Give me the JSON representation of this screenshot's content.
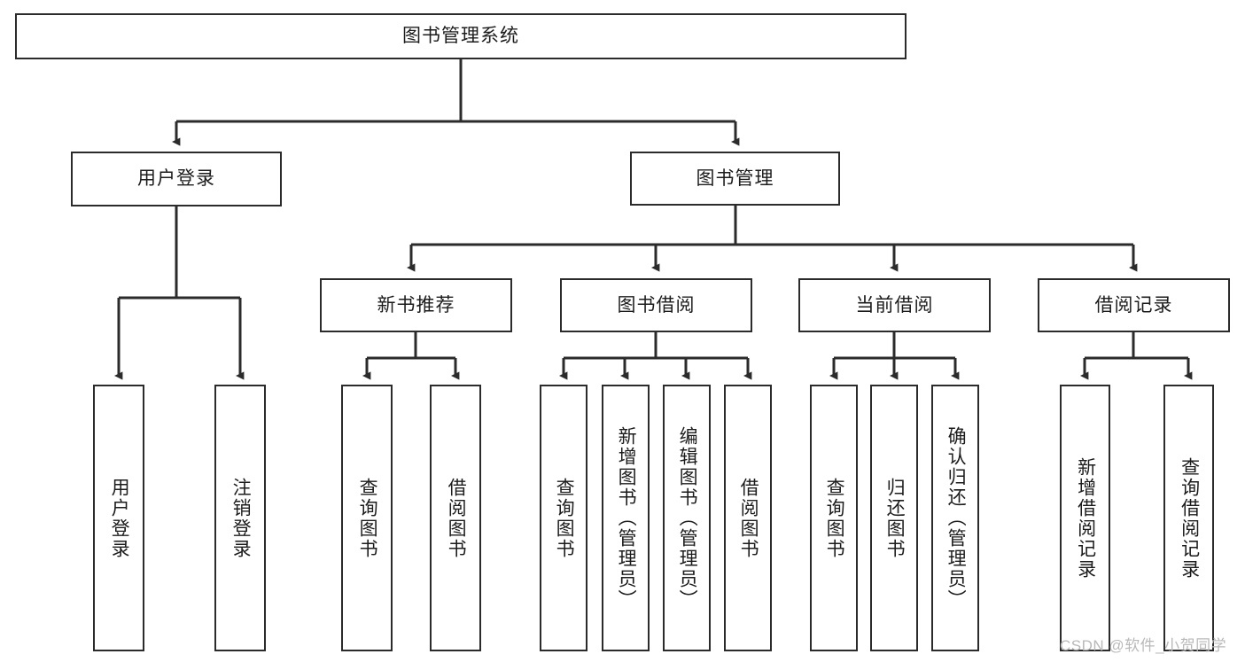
{
  "diagram": {
    "title": "图书管理系统",
    "watermark": "CSDN @软件_小贺同学",
    "line_color": "#2b2b2b",
    "box_fill": "#ffffff",
    "text_color": "#1c1c1c",
    "watermark_color": "#b9b9b9"
  },
  "nodes": {
    "root": {
      "label": "图书管理系统",
      "level": 1,
      "orientation": "horizontal"
    },
    "level2": [
      {
        "id": "user-login",
        "label": "用户登录"
      },
      {
        "id": "book-manage",
        "label": "图书管理"
      }
    ],
    "level3": [
      {
        "id": "new-book-recommend",
        "label": "新书推荐"
      },
      {
        "id": "book-borrow",
        "label": "图书借阅"
      },
      {
        "id": "current-borrow",
        "label": "当前借阅"
      },
      {
        "id": "borrow-record",
        "label": "借阅记录"
      }
    ],
    "leaves": {
      "user_login": [
        {
          "id": "leaf-user-login",
          "label": "用户登录"
        },
        {
          "id": "leaf-logout-login",
          "label": "注销登录"
        }
      ],
      "new_book_recommend": [
        {
          "id": "leaf-query-book-1",
          "label": "查询图书"
        },
        {
          "id": "leaf-borrow-book-1",
          "label": "借阅图书"
        }
      ],
      "book_borrow": [
        {
          "id": "leaf-query-book-2",
          "label": "查询图书"
        },
        {
          "id": "leaf-add-book",
          "label": "新增图书（管理员）"
        },
        {
          "id": "leaf-edit-book",
          "label": "编辑图书（管理员）"
        },
        {
          "id": "leaf-borrow-book-2",
          "label": "借阅图书"
        }
      ],
      "current_borrow": [
        {
          "id": "leaf-query-book-3",
          "label": "查询图书"
        },
        {
          "id": "leaf-return-book",
          "label": "归还图书"
        },
        {
          "id": "leaf-confirm-return",
          "label": "确认归还（管理员）"
        }
      ],
      "borrow_record": [
        {
          "id": "leaf-add-record",
          "label": "新增借阅记录"
        },
        {
          "id": "leaf-query-record",
          "label": "查询借阅记录"
        }
      ]
    }
  }
}
